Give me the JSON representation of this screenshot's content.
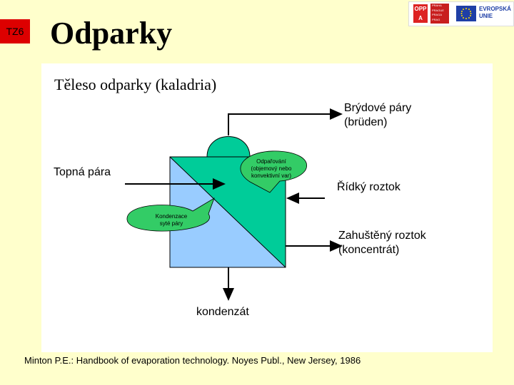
{
  "badge": "TZ6",
  "title": "Odparky",
  "subtitle": "Těleso odparky (kaladria)",
  "logos": {
    "opp_a": "OPP A",
    "praha_lines": [
      "PRAHA",
      "PRAGUE",
      "PRAGA",
      "PRAG"
    ],
    "eu_line1": "EVROPSKÁ",
    "eu_line2": "UNIE"
  },
  "labels": {
    "brydove_1": "Brýdové páry",
    "brydove_2": "(brüden)",
    "topna_para": "Topná pára",
    "ridky_roztok": "Řídký roztok",
    "zahusteny_1": "Zahuštěný roztok",
    "zahusteny_2": "(koncentrát)",
    "kondenzat": "kondenzát"
  },
  "bubbles": {
    "odparovani_1": "Odpařování",
    "odparovani_2": "(objemový nebo",
    "odparovani_3": "konvektivní var)",
    "kondenzace_1": "Kondenzace",
    "kondenzace_2": "syté páry"
  },
  "citation": "Minton P.E.: Handbook of evaporation technology. Noyes Publ., New Jersey, 1986",
  "colors": {
    "background": "#FFFFCC",
    "badge": "#DD0000",
    "steam_side": "#00CC99",
    "liquid_side": "#99CCFF",
    "bubble": "#33CC66"
  }
}
